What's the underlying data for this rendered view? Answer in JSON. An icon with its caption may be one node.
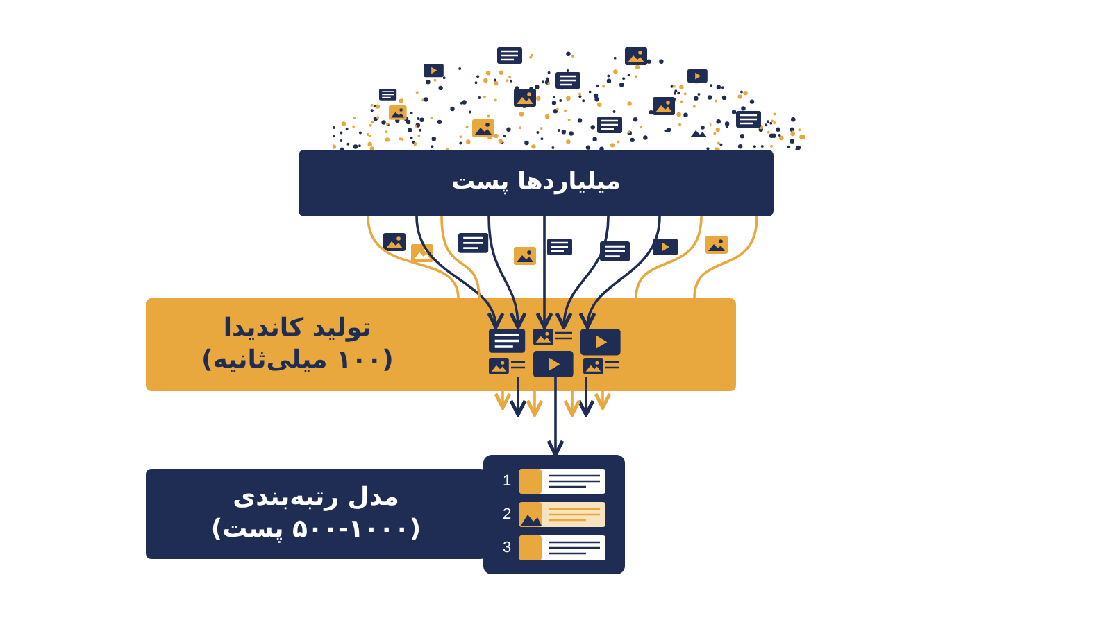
{
  "diagram": {
    "nodes": [
      {
        "text": [
          "میلیاردها پست"
        ]
      },
      {
        "text": [
          "تولید کاندیدا",
          "(۱۰۰ میلی‌ثانیه)"
        ]
      },
      {
        "text": [
          "مدل رتبه‌بندی",
          "(۵۰۰-۱۰۰۰ پست)"
        ]
      },
      {
        "text": [
          "1",
          "2",
          "3"
        ]
      },
      {
        "text": [],
        "shape": "picture",
        "in": 1
      }
    ],
    "edges": [
      {
        "from": 0,
        "to": 4,
        "arrow": "to"
      },
      {
        "from": 0,
        "to": 4,
        "arrow": "to"
      },
      {
        "from": 0,
        "to": 4,
        "arrow": "to"
      },
      {
        "from": 0,
        "to": 4,
        "arrow": "to"
      },
      {
        "from": 0,
        "to": 4,
        "arrow": "to"
      },
      {
        "from": 0,
        "to": 1,
        "arrow": "none",
        "color": "#e8a83e"
      },
      {
        "from": 0,
        "to": 1,
        "arrow": "none",
        "color": "#e8a83e"
      },
      {
        "from": 0,
        "to": 1,
        "arrow": "none",
        "color": "#e8a83e"
      },
      {
        "from": 0,
        "to": 1,
        "arrow": "none",
        "color": "#e8a83e"
      },
      {
        "from": 4,
        "to": 3,
        "arrow": "to"
      },
      {
        "from": 4,
        "to": null,
        "arrow": "to"
      },
      {
        "from": 4,
        "to": null,
        "arrow": "to"
      },
      {
        "from": 4,
        "to": null,
        "arrow": "to",
        "color": "#e8a83e"
      },
      {
        "from": 4,
        "to": null,
        "arrow": "to",
        "color": "#e8a83e"
      },
      {
        "from": 4,
        "to": null,
        "arrow": "to",
        "color": "#e8a83e"
      },
      {
        "from": 4,
        "to": null,
        "arrow": "to",
        "color": "#e8a83e"
      }
    ]
  }
}
